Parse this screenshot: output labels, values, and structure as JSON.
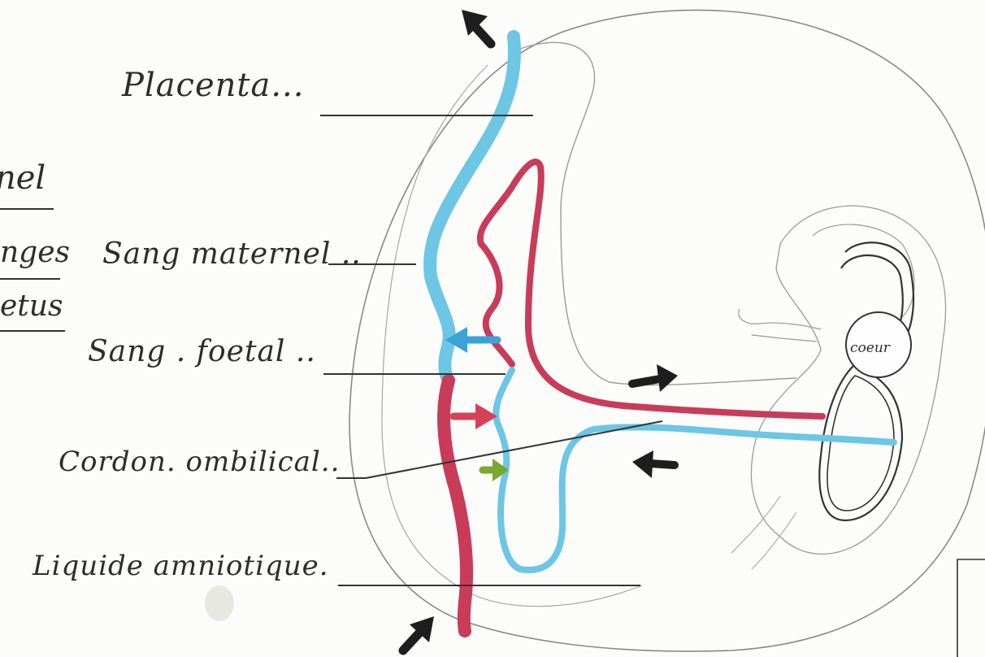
{
  "labels": {
    "placenta": "Placenta...",
    "sang_maternel": "Sang maternel ..",
    "sang_foetal": "Sang . foetal ..",
    "cordon_ombilical": "Cordon. ombilical..",
    "liquide_amniotique": "Liquide amniotique.",
    "coeur": "coeur"
  },
  "margin_fragments": {
    "line1": "nel",
    "line2": "nges",
    "line3": "etus"
  },
  "colors": {
    "maternal_blood_blue": "#6cc6e4",
    "maternal_blood_red": "#c83c5a",
    "fetal_arrow_red": "#d8405a",
    "fetal_arrow_blue": "#3aa3d8",
    "exchange_arrow_green": "#7aa830",
    "flow_arrow_black": "#1e1e1e",
    "pencil": "#8a8a8a"
  }
}
